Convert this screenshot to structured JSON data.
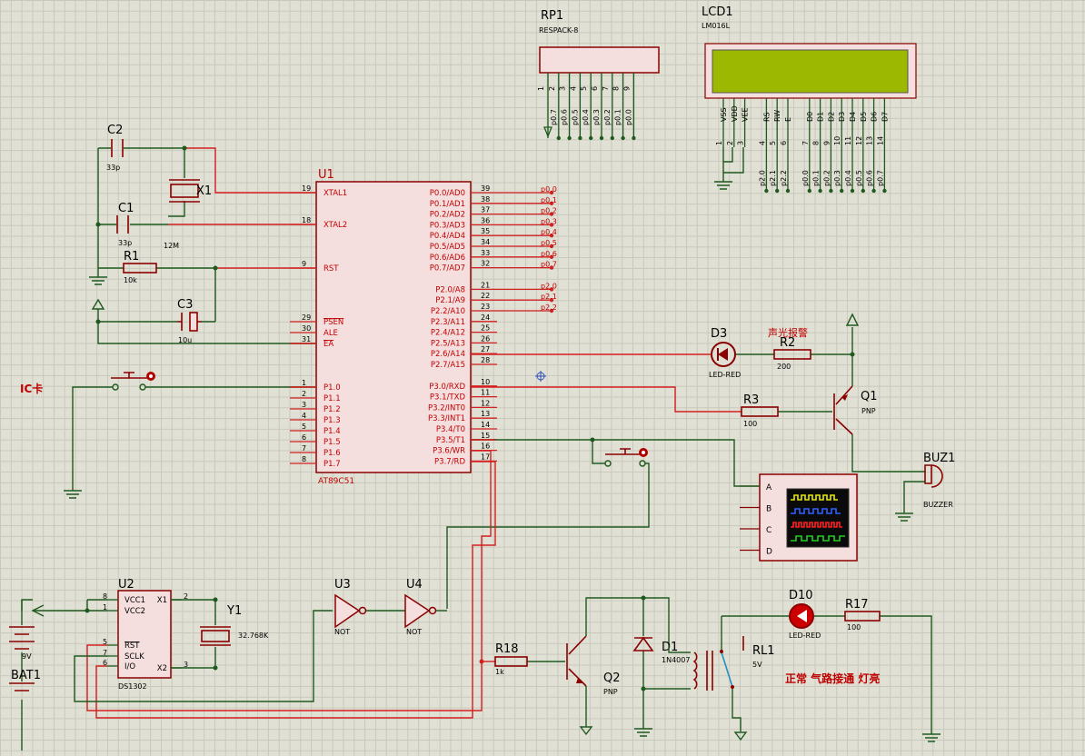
{
  "rp1": {
    "ref": "RP1",
    "part": "RESPACK-8",
    "pins": [
      "1",
      "2",
      "3",
      "4",
      "5",
      "6",
      "7",
      "8",
      "9"
    ],
    "nets": [
      "p0.7",
      "p0.6",
      "p0.5",
      "p0.4",
      "p0.3",
      "p0.2",
      "p0.1",
      "p0.0"
    ]
  },
  "lcd1": {
    "ref": "LCD1",
    "part": "LM016L",
    "pins": [
      {
        "name": "VSS",
        "num": "1"
      },
      {
        "name": "VDD",
        "num": "2"
      },
      {
        "name": "VEE",
        "num": "3"
      },
      {
        "name": "RS",
        "num": "4"
      },
      {
        "name": "RW",
        "num": "5"
      },
      {
        "name": "E",
        "num": "6"
      },
      {
        "name": "D0",
        "num": "7"
      },
      {
        "name": "D1",
        "num": "8"
      },
      {
        "name": "D2",
        "num": "9"
      },
      {
        "name": "D3",
        "num": "10"
      },
      {
        "name": "D4",
        "num": "11"
      },
      {
        "name": "D5",
        "num": "12"
      },
      {
        "name": "D6",
        "num": "13"
      },
      {
        "name": "D7",
        "num": "14"
      }
    ],
    "nets": [
      "p2.0",
      "p2.1",
      "p2.2",
      "p0.0",
      "p0.1",
      "p0.2",
      "p0.3",
      "p0.4",
      "p0.5",
      "p0.6",
      "p0.7"
    ]
  },
  "u1": {
    "ref": "U1",
    "part": "AT89C51",
    "left_pins": [
      {
        "num": "19",
        "name": "XTAL1"
      },
      {
        "num": "18",
        "name": "XTAL2"
      },
      {
        "num": "9",
        "name": "RST"
      },
      {
        "num": "29",
        "name": "PSEN"
      },
      {
        "num": "30",
        "name": "ALE"
      },
      {
        "num": "31",
        "name": "EA"
      },
      {
        "num": "1",
        "name": "P1.0"
      },
      {
        "num": "2",
        "name": "P1.1"
      },
      {
        "num": "3",
        "name": "P1.2"
      },
      {
        "num": "4",
        "name": "P1.3"
      },
      {
        "num": "5",
        "name": "P1.4"
      },
      {
        "num": "6",
        "name": "P1.5"
      },
      {
        "num": "7",
        "name": "P1.6"
      },
      {
        "num": "8",
        "name": "P1.7"
      }
    ],
    "right_pins": [
      {
        "num": "39",
        "name": "P0.0/AD0"
      },
      {
        "num": "38",
        "name": "P0.1/AD1"
      },
      {
        "num": "37",
        "name": "P0.2/AD2"
      },
      {
        "num": "36",
        "name": "P0.3/AD3"
      },
      {
        "num": "35",
        "name": "P0.4/AD4"
      },
      {
        "num": "34",
        "name": "P0.5/AD5"
      },
      {
        "num": "33",
        "name": "P0.6/AD6"
      },
      {
        "num": "32",
        "name": "P0.7/AD7"
      },
      {
        "num": "21",
        "name": "P2.0/A8"
      },
      {
        "num": "22",
        "name": "P2.1/A9"
      },
      {
        "num": "23",
        "name": "P2.2/A10"
      },
      {
        "num": "24",
        "name": "P2.3/A11"
      },
      {
        "num": "25",
        "name": "P2.4/A12"
      },
      {
        "num": "26",
        "name": "P2.5/A13"
      },
      {
        "num": "27",
        "name": "P2.6/A14"
      },
      {
        "num": "28",
        "name": "P2.7/A15"
      },
      {
        "num": "10",
        "name": "P3.0/RXD"
      },
      {
        "num": "11",
        "name": "P3.1/TXD"
      },
      {
        "num": "12",
        "name": "P3.2/INT0"
      },
      {
        "num": "13",
        "name": "P3.3/INT1"
      },
      {
        "num": "14",
        "name": "P3.4/T0"
      },
      {
        "num": "15",
        "name": "P3.5/T1"
      },
      {
        "num": "16",
        "name": "P3.6/WR"
      },
      {
        "num": "17",
        "name": "P3.7/RD"
      }
    ],
    "right_nets": [
      "p0.0",
      "p0.1",
      "p0.2",
      "p0.3",
      "p0.4",
      "p0.5",
      "p0.6",
      "p0.7",
      "p2.0",
      "p2.1",
      "p2.2"
    ]
  },
  "c2": {
    "ref": "C2",
    "value": "33p"
  },
  "c1": {
    "ref": "C1",
    "value": "33p"
  },
  "x1": {
    "ref": "X1",
    "value": "12M"
  },
  "r1": {
    "ref": "R1",
    "value": "10k"
  },
  "c3": {
    "ref": "C3",
    "value": "10u"
  },
  "ic_card": {
    "label": "IC卡"
  },
  "d3": {
    "ref": "D3",
    "part": "LED-RED"
  },
  "alarm": {
    "label": "声光报警"
  },
  "r2": {
    "ref": "R2",
    "value": "200"
  },
  "r3": {
    "ref": "R3",
    "value": "100"
  },
  "q1": {
    "ref": "Q1",
    "part": "PNP"
  },
  "buz1": {
    "ref": "BUZ1",
    "part": "BUZZER"
  },
  "scope": {
    "channels": [
      "A",
      "B",
      "C",
      "D"
    ]
  },
  "u2": {
    "ref": "U2",
    "part": "DS1302",
    "pins": [
      {
        "num": "8",
        "name": "VCC1"
      },
      {
        "num": "1",
        "name": "VCC2"
      },
      {
        "num": "5",
        "name": "RST"
      },
      {
        "num": "7",
        "name": "SCLK"
      },
      {
        "num": "6",
        "name": "I/O"
      },
      {
        "num": "2",
        "name": "X1"
      },
      {
        "num": "3",
        "name": "X2"
      }
    ]
  },
  "y1": {
    "ref": "Y1",
    "value": "32.768K"
  },
  "bat1": {
    "ref": "BAT1",
    "value": "9V"
  },
  "u3": {
    "ref": "U3",
    "part": "NOT"
  },
  "u4": {
    "ref": "U4",
    "part": "NOT"
  },
  "r18": {
    "ref": "R18",
    "value": "1k"
  },
  "q2": {
    "ref": "Q2",
    "part": "PNP"
  },
  "d1": {
    "ref": "D1",
    "part": "1N4007"
  },
  "rl1": {
    "ref": "RL1",
    "value": "5V"
  },
  "d10": {
    "ref": "D10",
    "part": "LED-RED"
  },
  "r17": {
    "ref": "R17",
    "value": "100"
  },
  "note": {
    "text": "正常 气路接通  灯亮"
  },
  "colors": {
    "wire_red": "#d42020",
    "wire_green": "#1e5a1e",
    "comp_red": "#c00000",
    "body": "#f5dede",
    "lcd": "#9db800"
  }
}
